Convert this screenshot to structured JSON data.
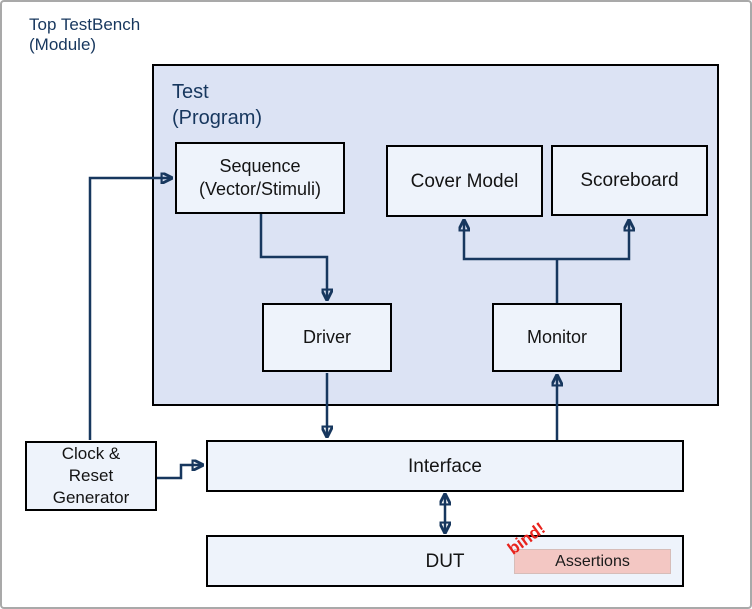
{
  "header": {
    "line1": "Top TestBench",
    "line2": "(Module)"
  },
  "test_container": {
    "title_line1": "Test",
    "title_line2": "(Program)"
  },
  "boxes": {
    "sequence": {
      "line1": "Sequence",
      "line2": "(Vector/Stimuli)"
    },
    "cover_model": {
      "label": "Cover Model"
    },
    "scoreboard": {
      "label": "Scoreboard"
    },
    "driver": {
      "label": "Driver"
    },
    "monitor": {
      "label": "Monitor"
    },
    "clock_reset": {
      "line1": "Clock &",
      "line2": "Reset",
      "line3": "Generator"
    },
    "interface": {
      "label": "Interface"
    },
    "dut": {
      "label": "DUT"
    },
    "assertions": {
      "label": "Assertions"
    }
  },
  "annotations": {
    "bind_label": "bind!"
  },
  "colors": {
    "container_fill": "#dce3f4",
    "node_fill": "#eef3fb",
    "node_border": "#000000",
    "arrow": "#17375e",
    "title_text": "#17375e",
    "assertions_fill": "#f3c7c3",
    "bind_text": "#e8231d",
    "frame_border": "#a9a9a9"
  }
}
